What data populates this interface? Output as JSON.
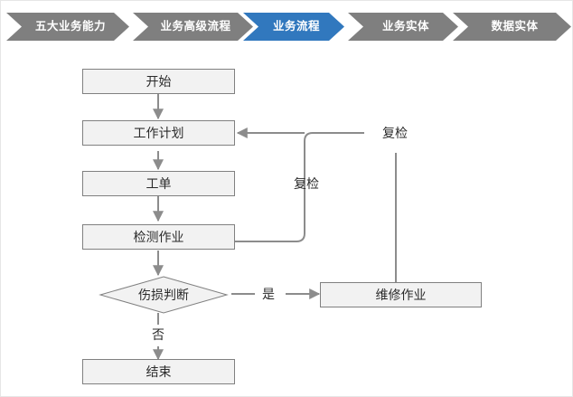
{
  "breadcrumb": {
    "active_color": "#3178be",
    "inactive_color": "#7f7f7f",
    "items": [
      {
        "label": "五大业务能力",
        "active": false
      },
      {
        "label": "业务高级流程",
        "active": false
      },
      {
        "label": "业务流程",
        "active": true
      },
      {
        "label": "业务实体",
        "active": false
      },
      {
        "label": "数据实体",
        "active": false
      }
    ]
  },
  "flowchart": {
    "type": "flowchart",
    "node_fill": "#f2f2f2",
    "node_border": "#808080",
    "connector_color": "#8c8c8c",
    "nodes": [
      {
        "id": "start",
        "label": "开始",
        "shape": "rect"
      },
      {
        "id": "plan",
        "label": "工作计划",
        "shape": "rect"
      },
      {
        "id": "order",
        "label": "工单",
        "shape": "rect"
      },
      {
        "id": "inspect",
        "label": "检测作业",
        "shape": "rect"
      },
      {
        "id": "judge",
        "label": "伤损判断",
        "shape": "diamond"
      },
      {
        "id": "repair",
        "label": "维修作业",
        "shape": "rect"
      },
      {
        "id": "end",
        "label": "结束",
        "shape": "rect"
      }
    ],
    "edges": [
      {
        "from": "start",
        "to": "plan",
        "label": ""
      },
      {
        "from": "plan",
        "to": "order",
        "label": ""
      },
      {
        "from": "order",
        "to": "inspect",
        "label": ""
      },
      {
        "from": "inspect",
        "to": "judge",
        "label": ""
      },
      {
        "from": "inspect",
        "to": "plan",
        "label": "复检"
      },
      {
        "from": "repair",
        "to": "plan",
        "label": "复检"
      },
      {
        "from": "judge",
        "to": "repair",
        "label": "是"
      },
      {
        "from": "judge",
        "to": "end",
        "label": "否"
      }
    ],
    "labels": {
      "recheck_inner": "复检",
      "recheck_outer": "复检",
      "yes": "是",
      "no": "否"
    }
  }
}
